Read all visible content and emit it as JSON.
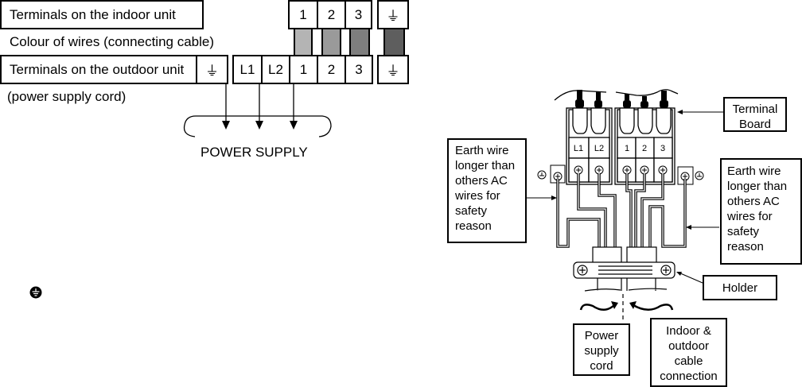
{
  "left_table": {
    "indoor_label": "Terminals on the indoor unit",
    "wire_colour_label": "Colour of wires (connecting cable)",
    "outdoor_label": "Terminals on the outdoor unit",
    "power_cord_label": "(power supply cord)",
    "indoor_terminals": [
      "1",
      "2",
      "3"
    ],
    "outdoor_terminals": [
      "L1",
      "L2",
      "1",
      "2",
      "3"
    ],
    "earth_symbol": "⏚",
    "wire_colours": [
      "#b4b4b4",
      "#9a9a9a",
      "#7e7e7e",
      "#5e5e5e"
    ],
    "power_supply_label": "POWER SUPPLY"
  },
  "legend_earth_symbol": "⏚",
  "right_diagram": {
    "terminal_block_labels": [
      "L1",
      "L2",
      "1",
      "2",
      "3"
    ],
    "callouts": {
      "terminal_board": [
        "Terminal",
        "Board"
      ],
      "earth_left": [
        "Earth wire",
        "longer than",
        "others AC",
        "wires for",
        "safety",
        "reason"
      ],
      "earth_right": [
        "Earth wire",
        "longer than",
        "others AC",
        "wires for",
        "safety",
        "reason"
      ],
      "holder": "Holder",
      "power_cord": [
        "Power",
        "supply",
        "cord"
      ],
      "indoor_outdoor": [
        "Indoor &",
        "outdoor",
        "cable",
        "connection"
      ]
    }
  }
}
